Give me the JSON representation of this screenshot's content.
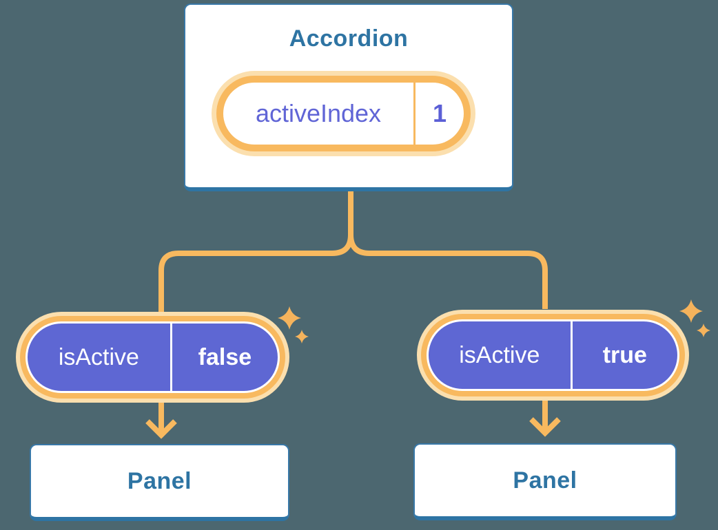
{
  "diagram": {
    "root": {
      "title": "Accordion",
      "state": {
        "name": "activeIndex",
        "value": "1"
      }
    },
    "children": [
      {
        "prop": {
          "name": "isActive",
          "value": "false"
        },
        "label": "Panel"
      },
      {
        "prop": {
          "name": "isActive",
          "value": "true"
        },
        "label": "Panel"
      }
    ],
    "colors": {
      "background": "#4C6770",
      "card_fill": "#FFFFFF",
      "card_border": "#3878A8",
      "card_border_bottom": "#2E74A4",
      "heading_text": "#2E74A3",
      "orange_line": "#F8B95F",
      "orange_glow": "#FBDFAE",
      "sparkle": "#F5B35C",
      "purple_fill": "#5E67D3",
      "purple_text": "#6065D6",
      "pill_text_white": "#FFFFFF"
    },
    "icons": [
      "sparkle-icon"
    ]
  }
}
